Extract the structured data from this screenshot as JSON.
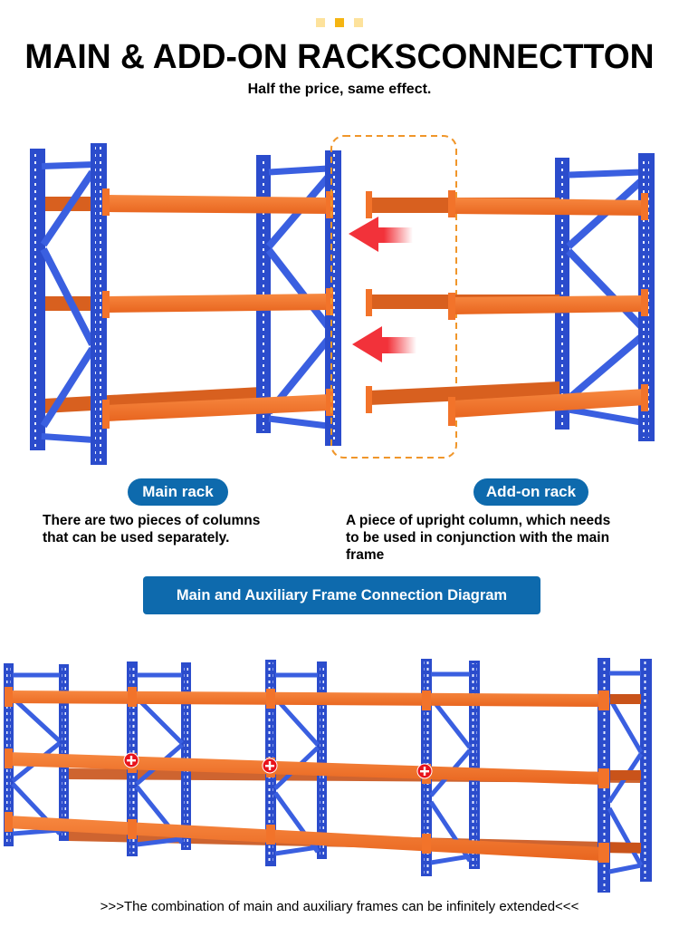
{
  "header": {
    "decor_dots": [
      "#fde29c",
      "#f5b512",
      "#fde29c"
    ],
    "title": "MAIN & ADD-ON RACKSCONNECTTON",
    "subtitle": "Half the price, same effect."
  },
  "colors": {
    "upright_blue": "#2b4ccc",
    "upright_blue_dark": "#1f3aa8",
    "beam_orange": "#f2732a",
    "beam_orange_dark": "#c9531a",
    "badge_blue": "#0e6aad",
    "dashed_outline": "#f0962a",
    "arrow_red": "#f2323a",
    "plus_marker_red": "#e8131c"
  },
  "main_rack": {
    "label": "Main rack",
    "description_line1": "There are two pieces of columns",
    "description_line2": "that can be used separately."
  },
  "addon_rack": {
    "label": "Add-on rack",
    "description_line1": "A piece of upright column, which needs",
    "description_line2": "to be used in conjunction with the main",
    "description_line3": "frame",
    "arrows": [
      "arrow-left-icon",
      "arrow-left-icon"
    ]
  },
  "connection_diagram": {
    "banner": "Main and Auxiliary Frame Connection Diagram",
    "markers": [
      "plus-icon",
      "plus-icon",
      "plus-icon"
    ],
    "bays": 4,
    "levels": 3
  },
  "footer": {
    "text": ">>>The combination of main and auxiliary frames can be infinitely extended<<<"
  }
}
